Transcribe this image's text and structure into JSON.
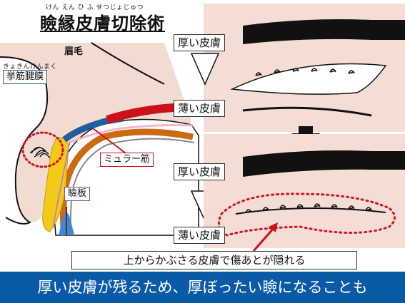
{
  "title": {
    "text": "瞼縁皮膚切除術",
    "ruby": "けん えん ひ ふ せつじょじゅつ"
  },
  "anatomy_labels": {
    "eyebrow": "眉毛",
    "levator_ruby": "きょきんけんまく",
    "levator": "挙筋腱膜",
    "muller": "ミュラー筋",
    "tarsus": "瞼板"
  },
  "panel_labels": {
    "top_thick": "厚い皮膚",
    "top_thin": "薄い皮膚",
    "bottom_thick": "厚い皮膚",
    "bottom_thin": "薄い皮膚"
  },
  "caption": "上からかぶさる皮膚で傷あとが隠れる",
  "banner": "厚い皮膚が残るため、厚ぼったい瞼になることも",
  "colors": {
    "skin": "#f2dcd2",
    "panel_skin": "#f4ddd4",
    "levator": "#1f5e9a",
    "muller": "#cc1118",
    "orange_layer": "#cc6a12",
    "yellow_layer": "#f5c918",
    "eye_blue": "#3a8ad8",
    "dotted_red": "#d4141e",
    "banner_bg": "#0a5aa8"
  }
}
